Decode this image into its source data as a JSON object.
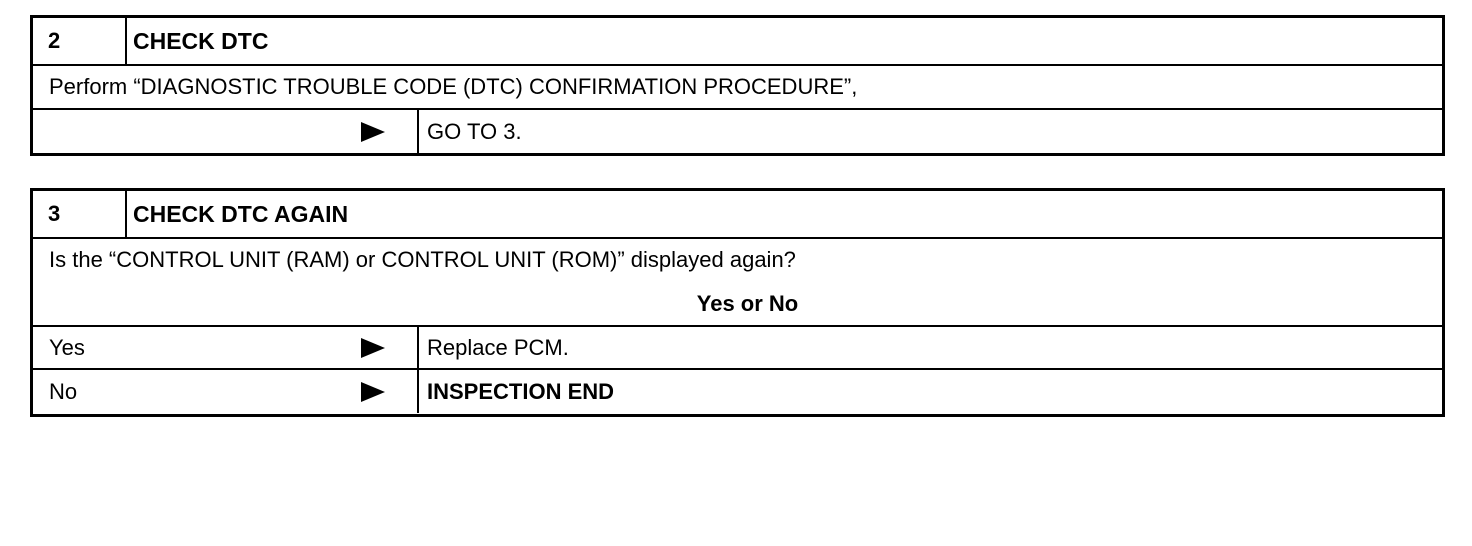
{
  "steps": [
    {
      "number": "2",
      "title": "CHECK DTC",
      "instruction": "Perform “DIAGNOSTIC TROUBLE CODE (DTC) CONFIRMATION PROCEDURE”,",
      "outcomes": [
        {
          "label": "",
          "result": "GO TO 3."
        }
      ]
    },
    {
      "number": "3",
      "title": "CHECK DTC AGAIN",
      "question": "Is the “CONTROL UNIT (RAM) or CONTROL UNIT (ROM)” displayed again?",
      "answer_prompt": "Yes or No",
      "outcomes": [
        {
          "label": "Yes",
          "result": "Replace PCM."
        },
        {
          "label": "No",
          "result": "INSPECTION END"
        }
      ]
    }
  ]
}
